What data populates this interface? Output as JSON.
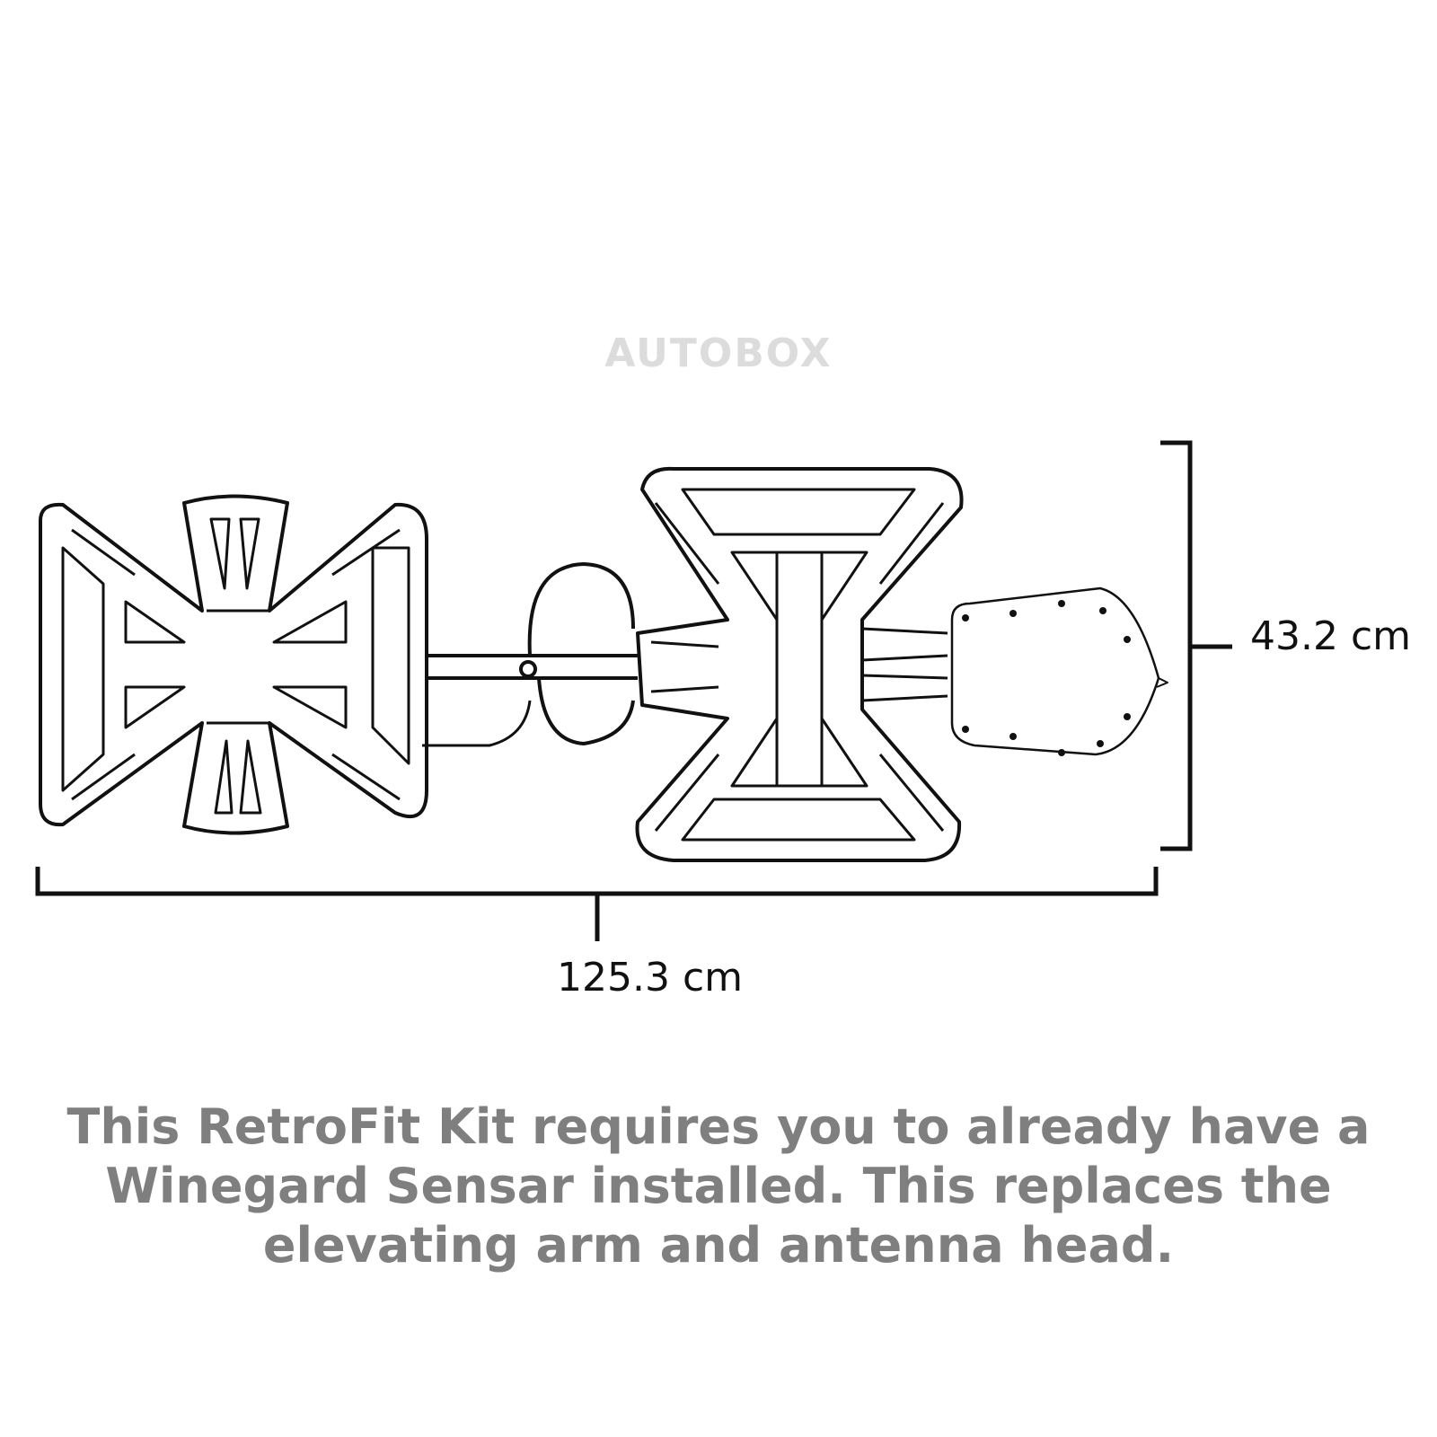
{
  "watermark": "AUTOBOX",
  "dimensions": {
    "height": "43.2 cm",
    "width": "125.3 cm"
  },
  "caption": {
    "line1": "This RetroFit Kit requires you to already have a",
    "line2": "Winegard Sensar installed. This replaces the",
    "line3": "elevating arm and antenna head."
  }
}
